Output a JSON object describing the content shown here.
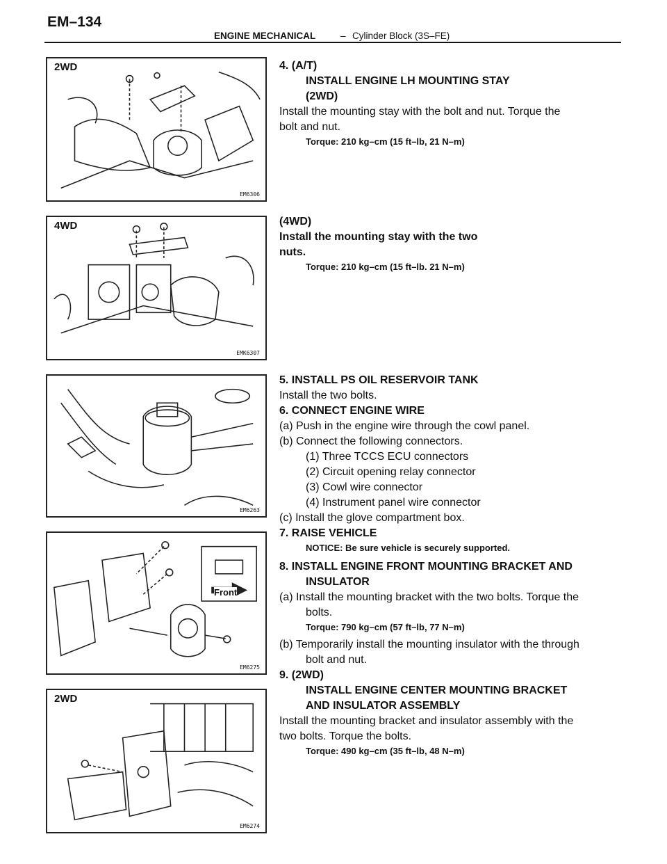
{
  "header": {
    "page_number": "EM–134",
    "section": "ENGINE MECHANICAL",
    "dash": "–",
    "subsection": "Cylinder Block (3S–FE)"
  },
  "figures": [
    {
      "label": "2WD",
      "code": "EM6306"
    },
    {
      "label": "4WD",
      "code": "EMK6307"
    },
    {
      "label": "",
      "code": "EM6263"
    },
    {
      "label": "",
      "code": "EM6275",
      "callout": "Front"
    },
    {
      "label": "2WD",
      "code": "EM6274"
    }
  ],
  "step4": {
    "heading": "4. (A/T)",
    "title1": "INSTALL ENGINE LH MOUNTING STAY",
    "title2": "(2WD)",
    "text1": "Install the mounting stay with the bolt and nut. Torque the",
    "text2": "bolt and nut.",
    "torque": "Torque: 210 kg–cm (15 ft–lb, 21 N–m)"
  },
  "step4b": {
    "heading": "(4WD)",
    "text1": "Install the mounting stay with the two",
    "text2": "nuts.",
    "torque": "Torque: 210 kg–cm (15 ft–lb. 21 N–m)"
  },
  "step5": {
    "heading": "5. INSTALL PS OIL RESERVOIR TANK",
    "text": "Install the two bolts."
  },
  "step6": {
    "heading": "6. CONNECT ENGINE WIRE",
    "a": "(a) Push in the engine wire through the cowl panel.",
    "b": "(b) Connect the following connectors.",
    "items": [
      "(1) Three TCCS ECU connectors",
      "(2) Circuit opening relay connector",
      "(3) Cowl wire connector",
      "(4) Instrument panel wire connector"
    ],
    "c": "(c) Install the glove compartment box."
  },
  "step7": {
    "heading": "7. RAISE VEHICLE",
    "notice": "NOTICE: Be sure vehicle is securely supported."
  },
  "step8": {
    "heading1": "8. INSTALL ENGINE FRONT MOUNTING BRACKET AND",
    "heading2": "INSULATOR",
    "a1": "(a) Install the mounting bracket with the two bolts. Torque the",
    "a2": "bolts.",
    "torque": "Torque: 790 kg–cm (57 ft–lb, 77 N–m)",
    "b1": "(b) Temporarily install the mounting insulator with the through",
    "b2": "bolt and nut."
  },
  "step9": {
    "heading": "9. (2WD)",
    "title1": "INSTALL ENGINE CENTER MOUNTING BRACKET",
    "title2": "AND INSULATOR ASSEMBLY",
    "text1": "Install the mounting bracket and insulator assembly with the",
    "text2": "two bolts. Torque the bolts.",
    "torque": "Torque: 490 kg–cm (35 ft–lb, 48 N–m)"
  }
}
